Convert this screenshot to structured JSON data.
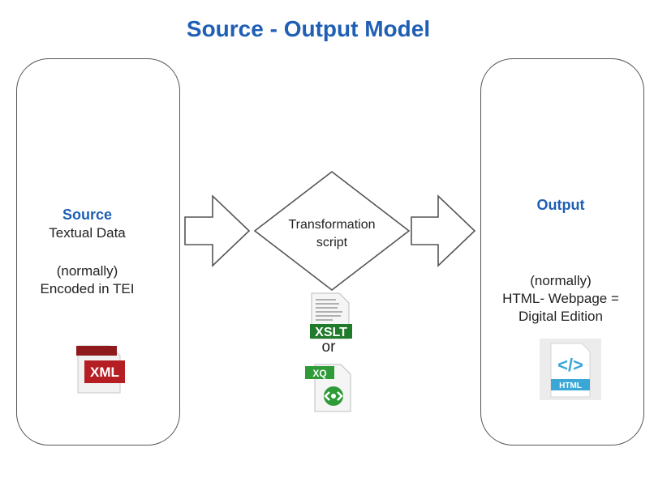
{
  "title": "Source - Output Model",
  "source": {
    "heading": "Source",
    "line1": "Textual Data",
    "line2": "(normally)",
    "line3": "Encoded in TEI",
    "icon_label": "XML",
    "icon": "xml-file-icon"
  },
  "transform": {
    "line1": "Transformation",
    "line2": "script",
    "xslt_label": "XSLT",
    "or": "or",
    "xq_label": "XQ",
    "xslt_icon": "xslt-file-icon",
    "xq_icon": "xquery-file-icon"
  },
  "output": {
    "heading": "Output",
    "line1": "(normally)",
    "line2": "HTML- Webpage =",
    "line3": "Digital Edition",
    "icon_label": "HTML",
    "icon_symbol": "</>",
    "icon": "html-file-icon"
  },
  "colors": {
    "accent": "#1f5fb4",
    "xml_red": "#b51f24",
    "xslt_green": "#1f7a2a",
    "html_blue": "#3aa7d6"
  }
}
